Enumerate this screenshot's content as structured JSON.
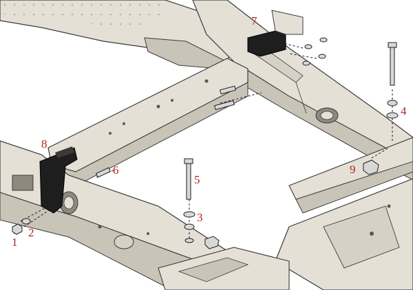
{
  "diagram": {
    "colors": {
      "frame_light": "#e4e0d6",
      "frame_mid": "#c9c4b8",
      "frame_dark": "#8e897f",
      "outline": "#3a3a3a",
      "bracket": "#1e1e1e",
      "hardware": "#d8d8d8",
      "callout": "#b22222"
    },
    "callouts": [
      {
        "id": "c1",
        "label": "1"
      },
      {
        "id": "c2",
        "label": "2"
      },
      {
        "id": "c3",
        "label": "3"
      },
      {
        "id": "c4",
        "label": "4"
      },
      {
        "id": "c5",
        "label": "5"
      },
      {
        "id": "c6",
        "label": "6"
      },
      {
        "id": "c7",
        "label": "7"
      },
      {
        "id": "c8",
        "label": "8"
      },
      {
        "id": "c9",
        "label": "9"
      }
    ]
  }
}
